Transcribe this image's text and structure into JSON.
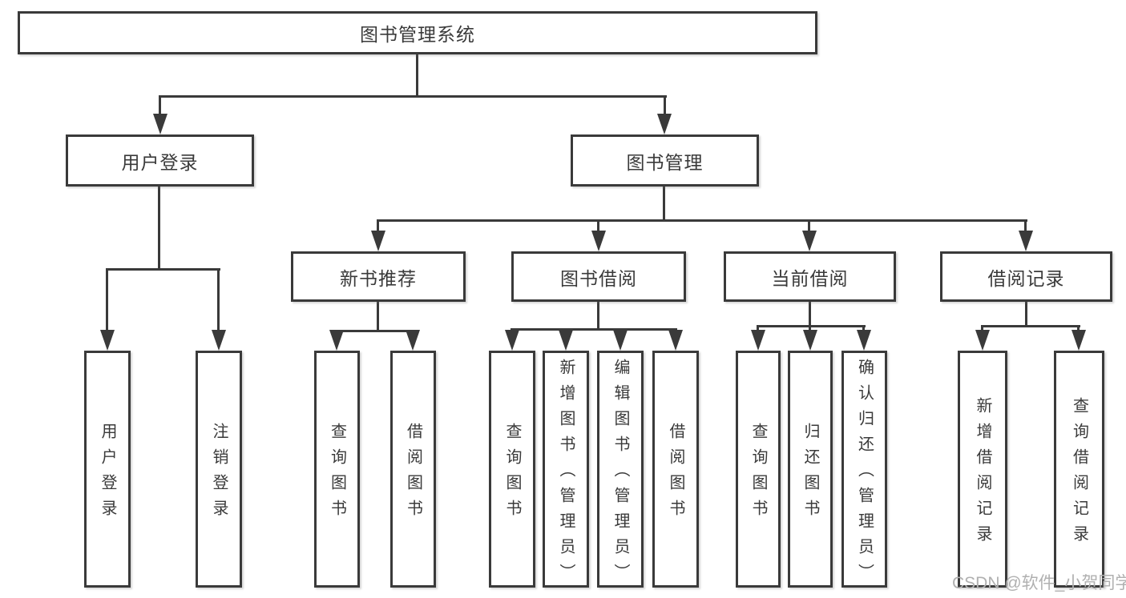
{
  "diagram": {
    "root": {
      "label": "图书管理系统"
    },
    "level2": [
      {
        "label": "用户登录",
        "children": [
          {
            "label": "用户登录"
          },
          {
            "label": "注销登录"
          }
        ]
      },
      {
        "label": "图书管理",
        "children": [
          {
            "label": "新书推荐",
            "children": [
              {
                "label": "查询图书"
              },
              {
                "label": "借阅图书"
              }
            ]
          },
          {
            "label": "图书借阅",
            "children": [
              {
                "label": "查询图书"
              },
              {
                "label": "新增图书（管理员）"
              },
              {
                "label": "编辑图书（管理员）"
              },
              {
                "label": "借阅图书"
              }
            ]
          },
          {
            "label": "当前借阅",
            "children": [
              {
                "label": "查询图书"
              },
              {
                "label": "归还图书"
              },
              {
                "label": "确认归还（管理员）"
              }
            ]
          },
          {
            "label": "借阅记录",
            "children": [
              {
                "label": "新增借阅记录"
              },
              {
                "label": "查询借阅记录"
              }
            ]
          }
        ]
      }
    ]
  },
  "watermark": {
    "text": "CSDN @软件_小贺同学"
  },
  "colors": {
    "line": "#3a3a3a",
    "text": "#3a3a3a",
    "watermark": "#b0b0b0",
    "background": "#ffffff"
  }
}
